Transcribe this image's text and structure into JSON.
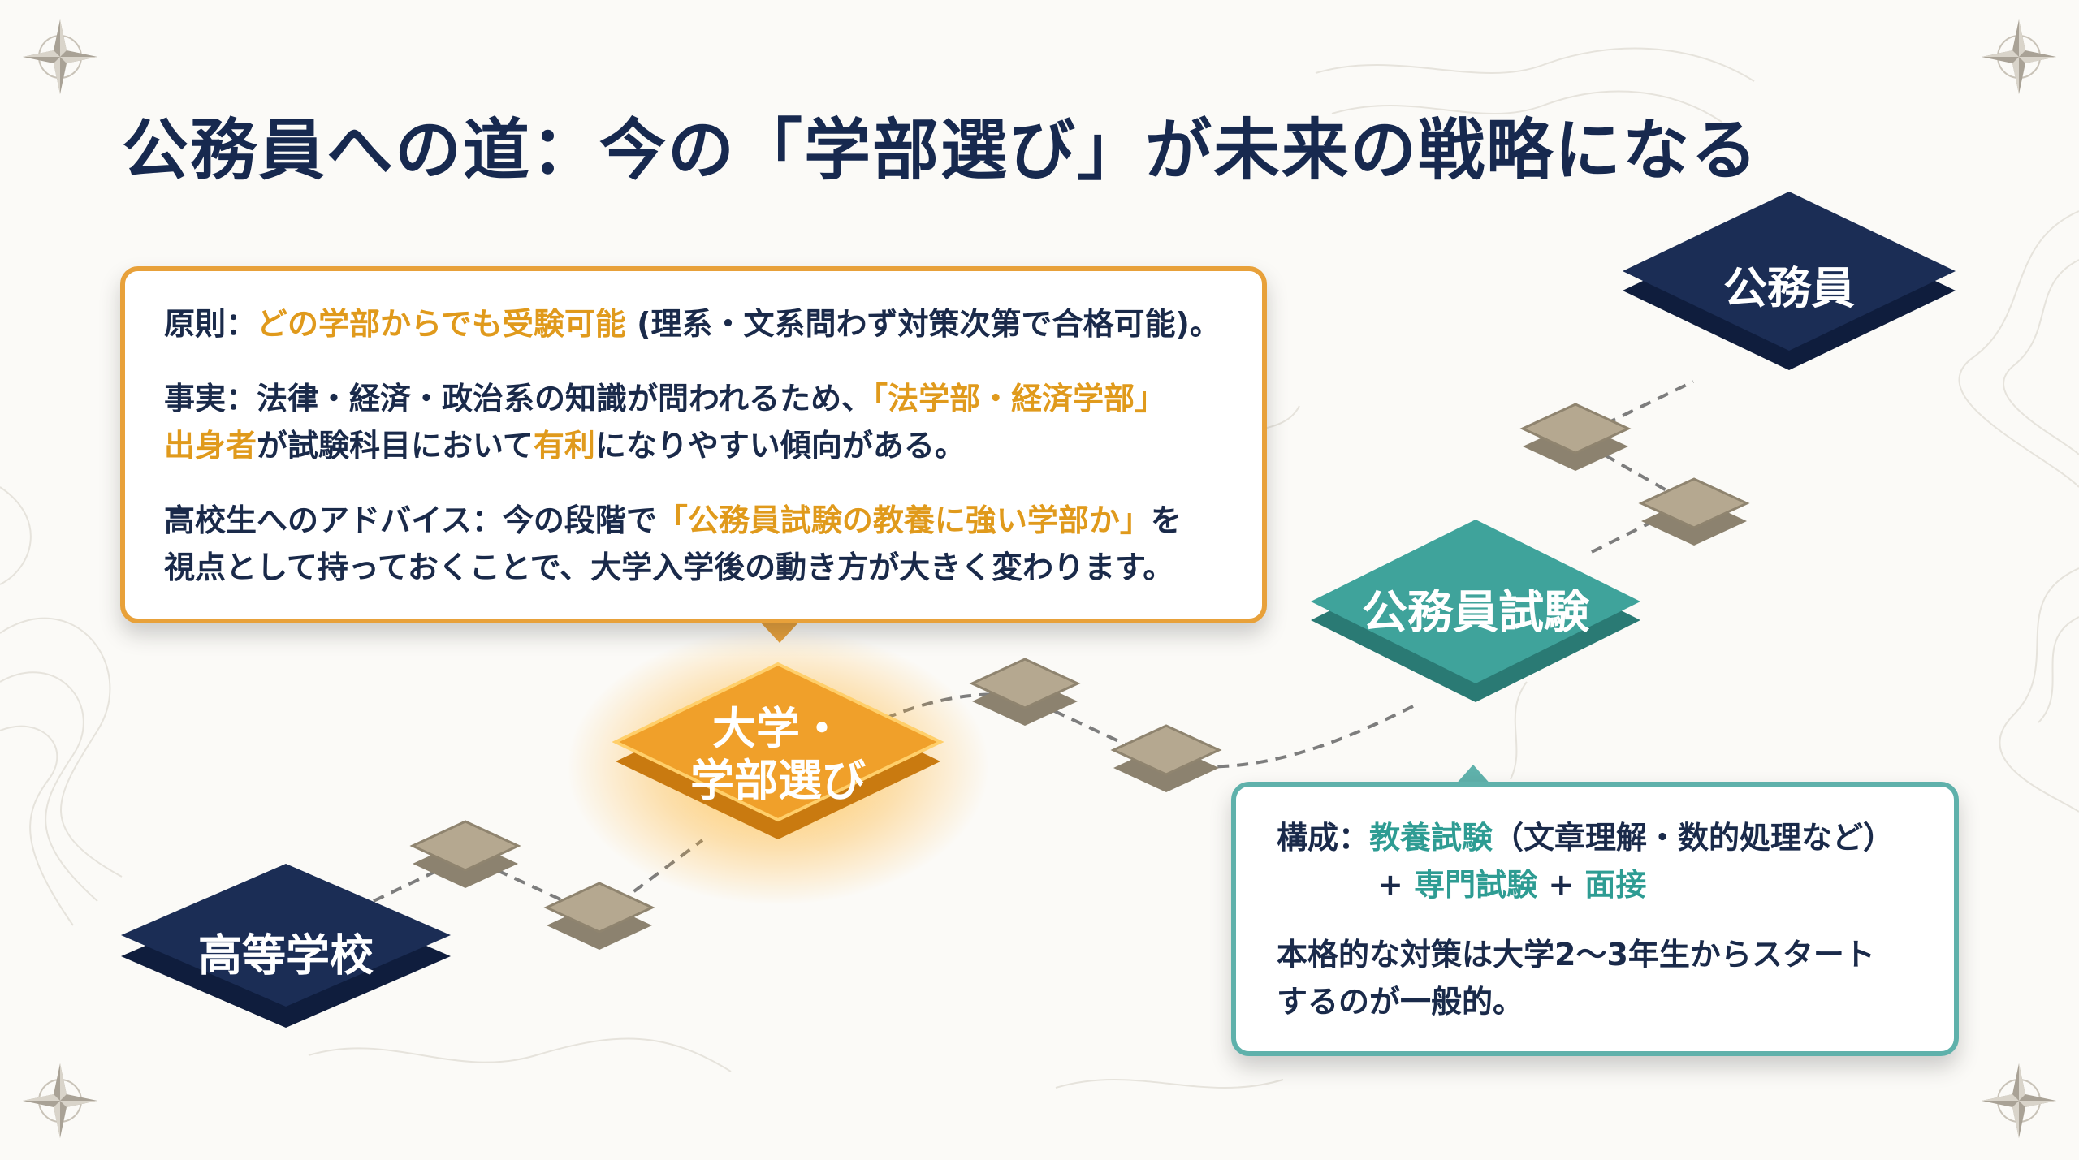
{
  "title": "公務員への道：今の「学部選び」が未来の戦略になる",
  "colors": {
    "navy": "#1b2d55",
    "orange": "#f0a02a",
    "teal": "#3fa39b",
    "stone": "#b5a890",
    "highlight_orange": "#e09a1c",
    "highlight_teal": "#2e9c93"
  },
  "nodes": {
    "high_school": "高等学校",
    "university_line1": "大学・",
    "university_line2": "学部選び",
    "exam": "公務員試験",
    "civil_servant": "公務員"
  },
  "info_box_orange": {
    "principle_label": "原則：",
    "principle_highlight": "どの学部からでも受験可能",
    "principle_rest": " (理系・文系問わず対策次第で合格可能)。",
    "fact_label": "事実：",
    "fact_text": "法律・経済・政治系の知識が問われるため、",
    "fact_highlight_1": "「法学部・経済学部」",
    "fact_highlight_2": "出身者",
    "fact_text_2": "が試験科目において",
    "fact_highlight_3": "有利",
    "fact_text_3": "になりやすい傾向がある。",
    "advice_label": "高校生へのアドバイス：",
    "advice_text_1": "今の段階で",
    "advice_highlight": "「公務員試験の教養に強い学部か」",
    "advice_text_2": "を",
    "advice_text_3": "視点として持っておくことで、大学入学後の動き方が大きく変わります。"
  },
  "info_box_teal": {
    "structure_label": "構成：",
    "exam_general": "教養試験",
    "exam_general_note": "（文章理解・数的処理など）",
    "plus_1": "+ ",
    "exam_specialized": "専門試験",
    "plus_2": " + ",
    "interview": "面接",
    "note_line1": "本格的な対策は大学2〜3年生からスタート",
    "note_line2": "するのが一般的。"
  }
}
